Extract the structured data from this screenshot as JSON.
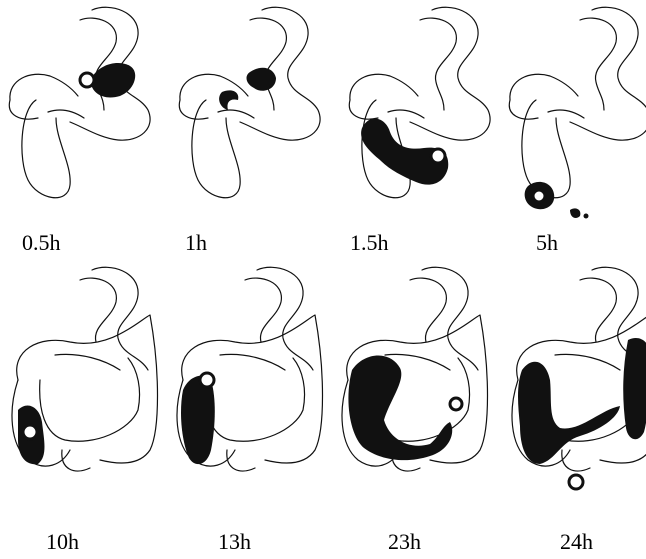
{
  "panels": [
    {
      "label": "0.5h"
    },
    {
      "label": "1h"
    },
    {
      "label": "1.5h"
    },
    {
      "label": "5h"
    },
    {
      "label": "10h"
    },
    {
      "label": "13h"
    },
    {
      "label": "23h"
    },
    {
      "label": "24h"
    }
  ]
}
